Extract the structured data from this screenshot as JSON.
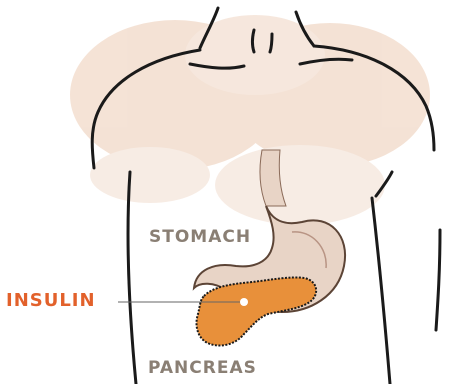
{
  "labels": {
    "stomach": "STOMACH",
    "insulin": "INSULIN",
    "pancreas": "PANCREAS"
  },
  "colors": {
    "label_text": "#8a7f74",
    "insulin_label": "#e2612b",
    "pancreas_fill": "#e8903a",
    "skin_wash": "#f1d9c8",
    "stomach_fill": "#e8d4c6",
    "outline": "#1a1a1a"
  }
}
